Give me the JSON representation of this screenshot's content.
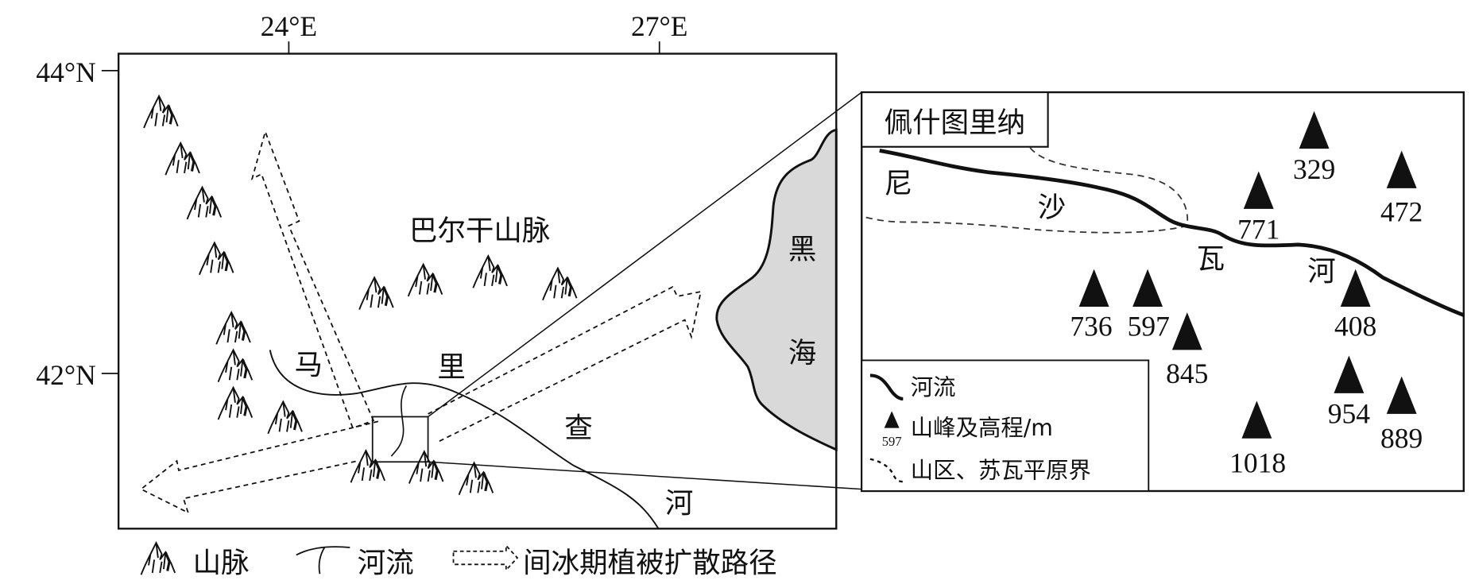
{
  "main_map": {
    "axis": {
      "lon_ticks": [
        "24°E",
        "27°E"
      ],
      "lat_ticks": [
        "44°N",
        "42°N"
      ]
    },
    "labels": {
      "mountain_range": "巴尔干山脉",
      "black_sea_1": "黑",
      "black_sea_2": "海",
      "river_chars": [
        "马",
        "里",
        "查",
        "河"
      ]
    },
    "colors": {
      "sea": "#d9d9d9",
      "line": "#111111"
    }
  },
  "legend": {
    "items": [
      {
        "icon": "mountain-range-icon",
        "label": "山脉"
      },
      {
        "icon": "river-line-icon",
        "label": "河流"
      },
      {
        "icon": "dashed-arrow-icon",
        "label": "间冰期植被扩散路径"
      }
    ]
  },
  "inset": {
    "title": "佩什图里纳",
    "river_chars": [
      "尼",
      "沙",
      "瓦",
      "河"
    ],
    "peaks": [
      {
        "elevation": "329"
      },
      {
        "elevation": "472"
      },
      {
        "elevation": "771"
      },
      {
        "elevation": "736"
      },
      {
        "elevation": "597"
      },
      {
        "elevation": "845"
      },
      {
        "elevation": "408"
      },
      {
        "elevation": "954"
      },
      {
        "elevation": "889"
      },
      {
        "elevation": "1018"
      }
    ],
    "legend": {
      "river": "河流",
      "peak": "山峰及高程/m",
      "peak_sample": "597",
      "boundary": "山区、苏瓦平原界"
    }
  }
}
